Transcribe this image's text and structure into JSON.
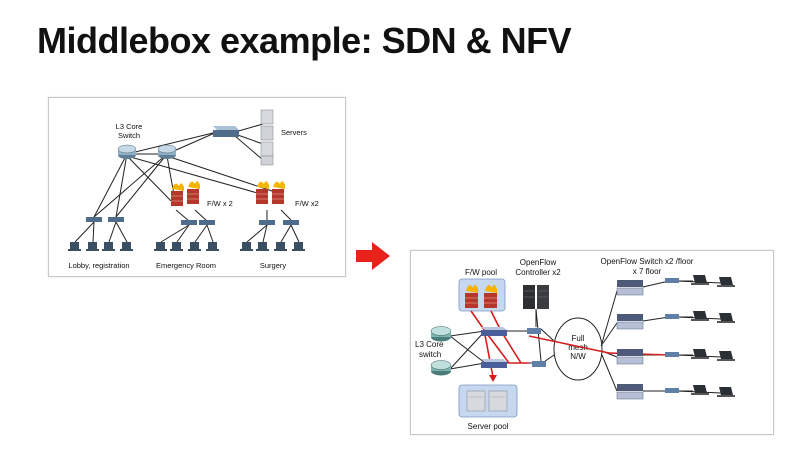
{
  "slide": {
    "title": "Middlebox example: SDN & NFV"
  },
  "traditional": {
    "core_label_1": "L3 Core",
    "core_label_2": "Switch",
    "servers_label": "Servers",
    "fw_label_1": "F/W x 2",
    "fw_label_2": "F/W x2",
    "zones": [
      "Lobby, registration",
      "Emergency Room",
      "Surgery"
    ]
  },
  "sdn": {
    "fw_pool_label": "F/W pool",
    "controller_label_1": "OpenFlow",
    "controller_label_2": "Controller x2",
    "switch_label_1": "OpenFlow Switch x2 /floor",
    "switch_label_2": "x 7 floor",
    "core_label_1": "L3 Core",
    "core_label_2": "switch",
    "mesh_label_1": "Full",
    "mesh_label_2": "mesh",
    "mesh_label_3": "N/W",
    "server_pool_label": "Server pool"
  },
  "colors": {
    "arrow": "#e8211b",
    "highlight_path": "#d61e1e",
    "pool_box": "#c6d7f0",
    "firewall": "#b5372b",
    "flame": "#f5b400"
  }
}
